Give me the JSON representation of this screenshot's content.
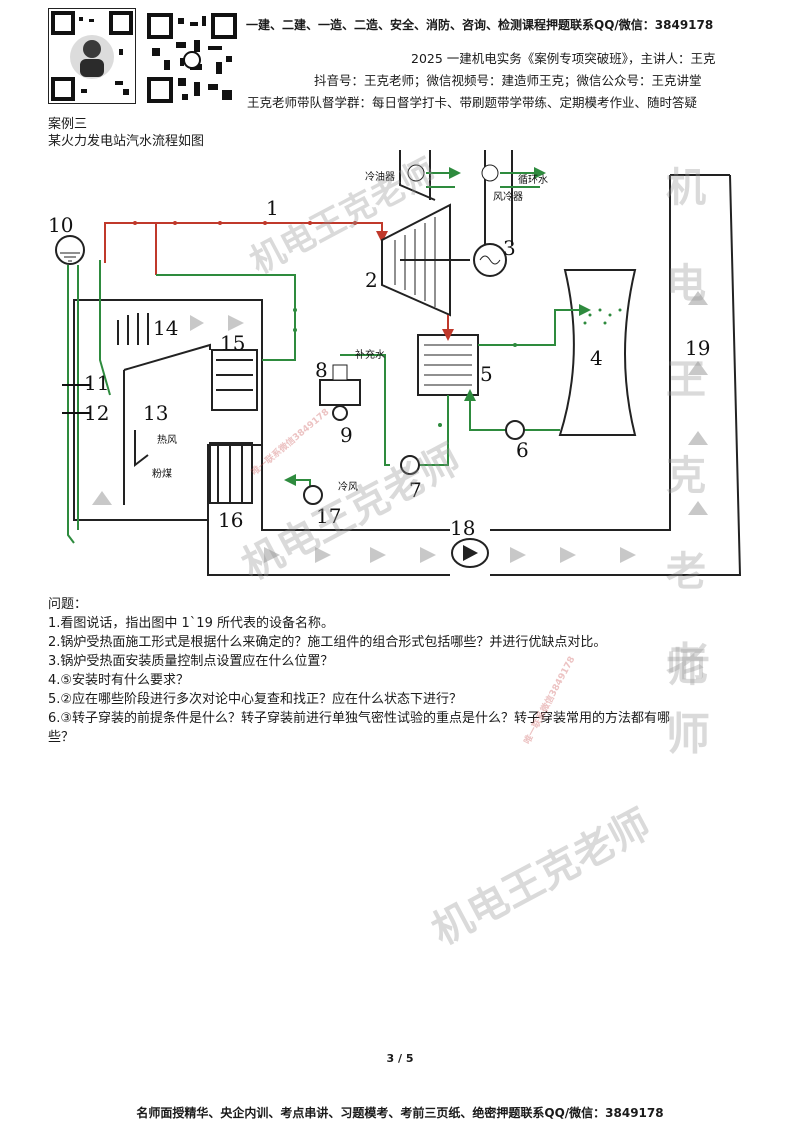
{
  "header": {
    "line1": "一建、二建、一造、二造、安全、消防、咨询、检测课程押题联系QQ/微信：3849178",
    "line2": "2025 一建机电实务《案例专项突破班》，主讲人：王克",
    "line3": "抖音号：王克老师；微信视频号：建造师王克；微信公众号：王克讲堂",
    "line4": "王克老师带队督学群：每日督学打卡、带刷题带学带练、定期模考作业、随时答疑"
  },
  "case": {
    "title": "案例三",
    "subtitle": "某火力发电站汽水流程如图"
  },
  "diagram": {
    "labels": {
      "cooler_oil": "冷油器",
      "circ_water": "循环水",
      "wind_cooler": "风冷器",
      "makeup_water": "补充水",
      "hot_air": "热风",
      "coal_powder": "粉煤",
      "cold_air": "冷风"
    },
    "numbers": [
      "1",
      "2",
      "3",
      "4",
      "5",
      "6",
      "7",
      "8",
      "9",
      "10",
      "11",
      "12",
      "13",
      "14",
      "15",
      "16",
      "17",
      "18",
      "19"
    ]
  },
  "questions": {
    "heading": "问题：",
    "items": [
      "1.看图说话，指出图中 1`19 所代表的设备名称。",
      "2.锅炉受热面施工形式是根据什么来确定的？施工组件的组合形式包括哪些？并进行优缺点对比。",
      "3.锅炉受热面安装质量控制点设置应在什么位置？",
      "4.⑤安装时有什么要求？",
      "5.②应在哪些阶段进行多次对论中心复查和找正？应在什么状态下进行？",
      "6.③转子穿装的前提条件是什么？转子穿装前进行单独气密性试验的重点是什么？转子穿装常用的方法都有哪",
      "些？"
    ]
  },
  "page_number": "3 / 5",
  "footer": "名师面授精华、央企内训、考点串讲、习题模考、考前三页纸、绝密押题联系QQ/微信：3849178",
  "watermarks": {
    "main": "机电王克老师",
    "vertical": "机电王克老师",
    "small": "唯一联系微信3849178"
  },
  "colors": {
    "steam": "#c0392b",
    "water": "#2e8b3e",
    "flue_arrow": "#c8c8c8"
  }
}
